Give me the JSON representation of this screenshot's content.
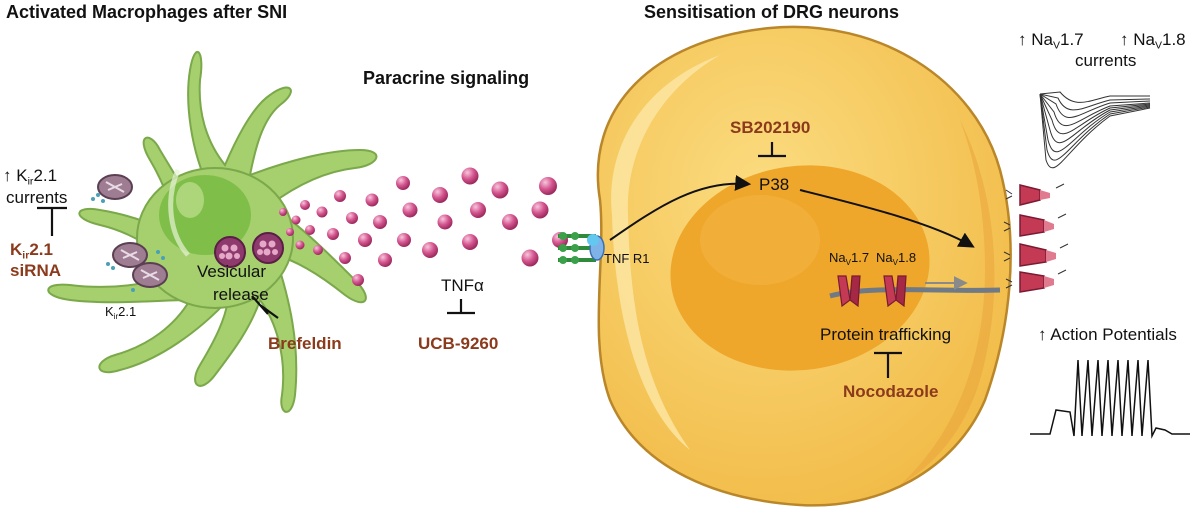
{
  "headings": {
    "left": "Activated Macrophages after SNI",
    "middle": "Paracrine signaling",
    "right": "Sensitisation of DRG neurons"
  },
  "macrophage": {
    "kir_currents": {
      "arrow": "↑",
      "prefix": "K",
      "sub": "ir",
      "suffix": "2.1",
      "line2": "currents"
    },
    "kir_sirna": {
      "prefix": "K",
      "sub": "ir",
      "suffix": "2.1",
      "line2": "siRNA"
    },
    "kir_channel": {
      "prefix": "K",
      "sub": "ir",
      "suffix": "2.1"
    },
    "vesicular_release": [
      "Vesicular",
      "release"
    ],
    "inhibitor_brefeldin": "Brefeldin"
  },
  "signaling": {
    "cytokine": "TNFα",
    "inhibitor": "UCB-9260"
  },
  "neuron": {
    "receptor": "TNF R1",
    "inhibitor_sb": "SB202190",
    "kinase": "P38",
    "nav17": {
      "prefix": "Na",
      "sub": "V",
      "suffix": "1.7"
    },
    "nav18": {
      "prefix": "Na",
      "sub": "V",
      "suffix": "1.8"
    },
    "trafficking": "Protein trafficking",
    "inhibitor_noco": "Nocodazole"
  },
  "outputs": {
    "nav17_up": {
      "arrow": "↑",
      "prefix": "Na",
      "sub": "V",
      "suffix": "1.7"
    },
    "nav18_up": {
      "arrow": "↑",
      "prefix": "Na",
      "sub": "V",
      "suffix": "1.8"
    },
    "currents": "currents",
    "action_potentials": "↑ Action Potentials"
  },
  "colors": {
    "macrophage": "#a6cf6e",
    "macrophage_nucleus": "#7fbf49",
    "neuron": "#f7c95a",
    "nucleus": "#eea62b",
    "vesicle": "#d4558f",
    "inhibitor_text": "#8b3a1c",
    "receptor": "#2f8a3c",
    "channel": "#c43a55"
  }
}
